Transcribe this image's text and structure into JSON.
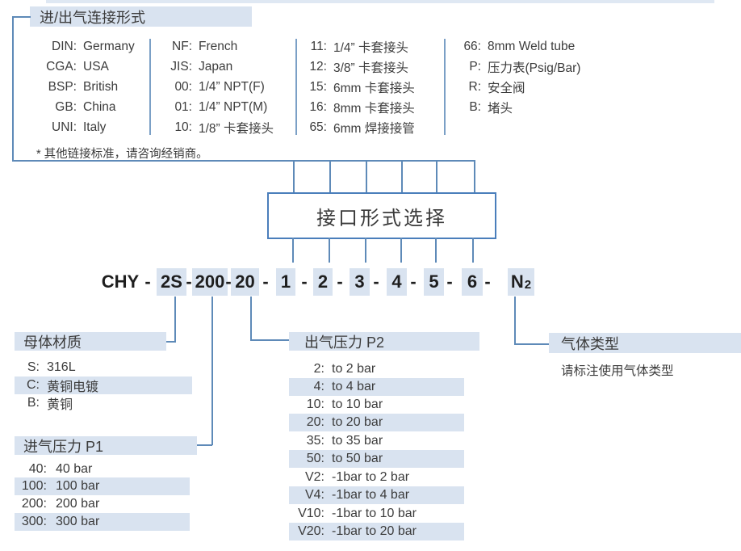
{
  "colors": {
    "highlight": "#d9e3f0",
    "line": "#5e8ab8",
    "box_border": "#4a7ebb",
    "text": "#3c3c3c",
    "code_text": "#1e1e1e"
  },
  "connection": {
    "title": "进/出气连接形式",
    "note": "* 其他链接标准，请咨询经销商。",
    "col1": [
      {
        "code": "DIN:",
        "desc": "Germany"
      },
      {
        "code": "CGA:",
        "desc": "USA"
      },
      {
        "code": "BSP:",
        "desc": "British"
      },
      {
        "code": "GB:",
        "desc": "China"
      },
      {
        "code": "UNI:",
        "desc": "Italy"
      }
    ],
    "col2": [
      {
        "code": "NF:",
        "desc": "French"
      },
      {
        "code": "JIS:",
        "desc": "Japan"
      },
      {
        "code": "00:",
        "desc": "1/4” NPT(F)"
      },
      {
        "code": "01:",
        "desc": "1/4” NPT(M)"
      },
      {
        "code": "10:",
        "desc": "1/8” 卡套接头"
      }
    ],
    "col3": [
      {
        "code": "11:",
        "desc": "1/4” 卡套接头"
      },
      {
        "code": "12:",
        "desc": "3/8” 卡套接头"
      },
      {
        "code": "15:",
        "desc": "6mm 卡套接头"
      },
      {
        "code": "16:",
        "desc": "8mm 卡套接头"
      },
      {
        "code": "65:",
        "desc": "6mm 焊接接管"
      }
    ],
    "col4": [
      {
        "code": "66:",
        "desc": "8mm Weld tube"
      },
      {
        "code": "P:",
        "desc": "压力表(Psig/Bar)"
      },
      {
        "code": "R:",
        "desc": "安全阀"
      },
      {
        "code": "B:",
        "desc": "堵头"
      }
    ]
  },
  "selector": {
    "label": "接口形式选择"
  },
  "code": {
    "prefix": "CHY",
    "dash": "-",
    "fields": [
      "2S",
      "200",
      "20",
      "1",
      "2",
      "3",
      "4",
      "5",
      "6"
    ],
    "gas": {
      "base": "N",
      "sub": "2"
    }
  },
  "material": {
    "title": "母体材质",
    "items": [
      {
        "code": "S:",
        "desc": "316L",
        "highlight": false
      },
      {
        "code": "C:",
        "desc": "黄铜电镀",
        "highlight": true
      },
      {
        "code": "B:",
        "desc": "黄铜",
        "highlight": false
      }
    ]
  },
  "inlet_pressure": {
    "title": "进气压力 P1",
    "items": [
      {
        "code": "40:",
        "desc": "40 bar",
        "highlight": false
      },
      {
        "code": "100:",
        "desc": "100 bar",
        "highlight": true
      },
      {
        "code": "200:",
        "desc": "200 bar",
        "highlight": false
      },
      {
        "code": "300:",
        "desc": "300 bar",
        "highlight": true
      }
    ]
  },
  "outlet_pressure": {
    "title": "出气压力 P2",
    "items": [
      {
        "code": "2:",
        "desc": "to 2 bar",
        "highlight": false
      },
      {
        "code": "4:",
        "desc": "to 4 bar",
        "highlight": true
      },
      {
        "code": "10:",
        "desc": "to 10 bar",
        "highlight": false
      },
      {
        "code": "20:",
        "desc": "to 20 bar",
        "highlight": true
      },
      {
        "code": "35:",
        "desc": "to 35 bar",
        "highlight": false
      },
      {
        "code": "50:",
        "desc": "to 50 bar",
        "highlight": true
      },
      {
        "code": "V2:",
        "desc": "-1bar to 2 bar",
        "highlight": false
      },
      {
        "code": "V4:",
        "desc": "-1bar to 4 bar",
        "highlight": true
      },
      {
        "code": "V10:",
        "desc": "-1bar to 10 bar",
        "highlight": false
      },
      {
        "code": "V20:",
        "desc": "-1bar to 20 bar",
        "highlight": true
      }
    ]
  },
  "gas_type": {
    "title": "气体类型",
    "note": "请标注使用气体类型"
  }
}
